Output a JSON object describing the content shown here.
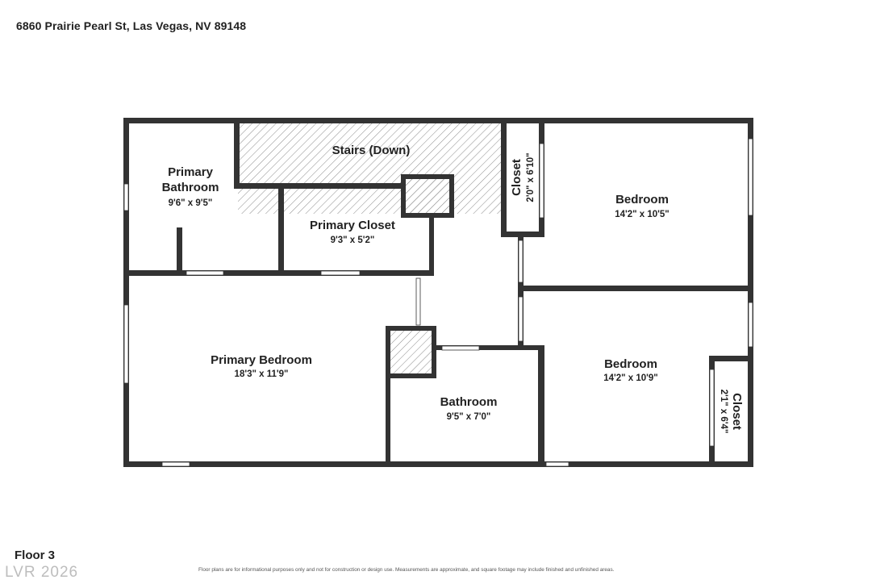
{
  "header": {
    "address": "6860 Prairie Pearl St, Las Vegas, NV 89148"
  },
  "footer": {
    "floor_label": "Floor 3",
    "watermark": "LVR 2026",
    "disclaimer": "Floor plans are for informational purposes only and not for construction or design use. Measurements are approximate, and square footage may include finished and unfinished areas."
  },
  "rooms": {
    "stairs": {
      "name": "Stairs (Down)"
    },
    "primary_bathroom": {
      "name_line1": "Primary",
      "name_line2": "Bathroom",
      "dims": "9'6\" x 9'5\""
    },
    "primary_closet": {
      "name": "Primary Closet",
      "dims": "9'3\" x 5'2\""
    },
    "closet_top": {
      "name": "Closet",
      "dims": "2'0\" x 6'10\""
    },
    "bedroom_top": {
      "name": "Bedroom",
      "dims": "14'2\" x 10'5\""
    },
    "primary_bedroom": {
      "name": "Primary Bedroom",
      "dims": "18'3\" x 11'9\""
    },
    "bathroom": {
      "name": "Bathroom",
      "dims": "9'5\" x 7'0\""
    },
    "bedroom_bottom": {
      "name": "Bedroom",
      "dims": "14'2\" x 10'9\""
    },
    "closet_bottom": {
      "name": "Closet",
      "dims": "2'1\" x 6'4\""
    }
  },
  "colors": {
    "wall": "#333333",
    "background": "#ffffff",
    "hatch": "#8a8a8a"
  }
}
